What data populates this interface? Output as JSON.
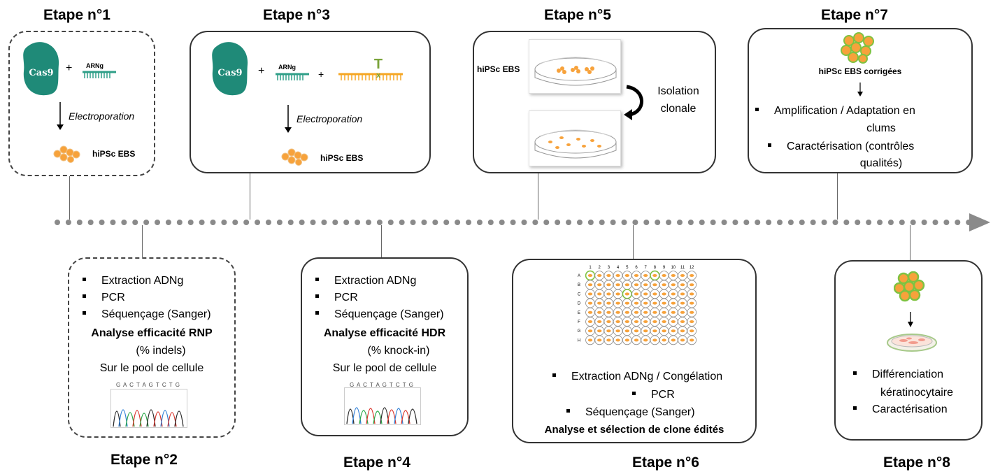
{
  "steps": {
    "s1": {
      "title": "Etape n°1",
      "cas9": "Cas9",
      "plus": "+",
      "arng": "ARNg",
      "method": "Electroporation",
      "cells": "hiPSc EBS"
    },
    "s2": {
      "title": "Etape n°2",
      "bullets": [
        "Extraction ADNg",
        "PCR",
        "Séquençage (Sanger)"
      ],
      "analysis": "Analyse efficacité RNP",
      "metric": "(% indels)",
      "pool": "Sur le pool de cellule",
      "sequence": "G A C T A G T C T G"
    },
    "s3": {
      "title": "Etape n°3",
      "cas9": "Cas9",
      "plus1": "+",
      "arng": "ARNg",
      "plus2": "+",
      "donor_mark": "T",
      "method": "Electroporation",
      "cells": "hiPSc EBS"
    },
    "s4": {
      "title": "Etape n°4",
      "bullets": [
        "Extraction ADNg",
        "PCR",
        "Séquençage (Sanger)"
      ],
      "analysis": "Analyse efficacité HDR",
      "metric": "(% knock-in)",
      "pool": "Sur le pool de cellule",
      "sequence": "G A C T A G T C T G"
    },
    "s5": {
      "title": "Etape n°5",
      "cells": "hiPSc EBS",
      "isolation_line1": "Isolation",
      "isolation_line2": "clonale"
    },
    "s6": {
      "title": "Etape n°6",
      "plate_columns": [
        "1",
        "2",
        "3",
        "4",
        "5",
        "6",
        "7",
        "8",
        "9",
        "10",
        "11",
        "12"
      ],
      "plate_rows": [
        "A",
        "B",
        "C",
        "D",
        "E",
        "F",
        "G",
        "H"
      ],
      "bullet1": "Extraction ADNg / Congélation",
      "bullet2": "PCR",
      "bullet3": "Séquençage (Sanger)",
      "analysis": "Analyse et sélection de clone édités"
    },
    "s7": {
      "title": "Etape n°7",
      "cells": "hiPSc EBS corrigées",
      "bullet1_line1": "Amplification / Adaptation en",
      "bullet1_line2": "clums",
      "bullet2_line1": "Caractérisation (contrôles",
      "bullet2_line2": "qualités)"
    },
    "s8": {
      "title": "Etape n°8",
      "bullet1_line1": "Différenciation",
      "bullet1_line2": "kératinocytaire",
      "bullet2": "Caractérisation"
    }
  },
  "colors": {
    "cas9": "#1f8a78",
    "cells": "#f7a23b",
    "cell_outline": "#7fc241",
    "timeline": "#8a8a8a",
    "rna": "#2f9f88",
    "donor": "#f5a623"
  }
}
